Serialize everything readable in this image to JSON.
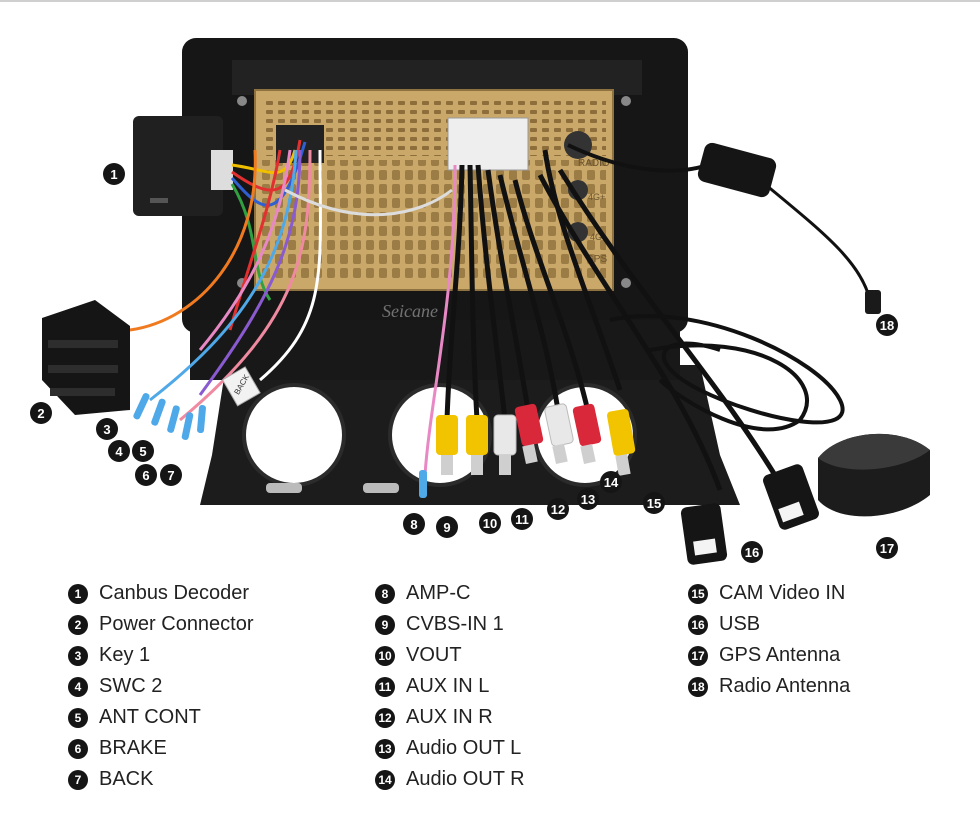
{
  "brand_watermark": "Seicane",
  "panel_labels": {
    "radio": "RADIO",
    "fourg_plus": "4G+",
    "fourg": "4G",
    "gps": "GPS",
    "back_tag": "BACK"
  },
  "legend": [
    {
      "num": "1",
      "label": "Canbus Decoder"
    },
    {
      "num": "2",
      "label": "Power Connector"
    },
    {
      "num": "3",
      "label": "Key 1"
    },
    {
      "num": "4",
      "label": "SWC 2"
    },
    {
      "num": "5",
      "label": "ANT CONT"
    },
    {
      "num": "6",
      "label": "BRAKE"
    },
    {
      "num": "7",
      "label": "BACK"
    },
    {
      "num": "8",
      "label": "AMP-C"
    },
    {
      "num": "9",
      "label": "CVBS-IN 1"
    },
    {
      "num": "10",
      "label": "VOUT"
    },
    {
      "num": "11",
      "label": "AUX IN L"
    },
    {
      "num": "12",
      "label": "AUX IN R"
    },
    {
      "num": "13",
      "label": "Audio OUT L"
    },
    {
      "num": "14",
      "label": "Audio OUT R"
    },
    {
      "num": "15",
      "label": "CAM Video IN"
    },
    {
      "num": "16",
      "label": "USB"
    },
    {
      "num": "17",
      "label": "GPS Antenna"
    },
    {
      "num": "18",
      "label": "Radio Antenna"
    }
  ],
  "colors": {
    "frame": "#161616",
    "chassis": "#c9a86a",
    "rca_yellow": "#f2c400",
    "rca_white": "#e8e8e8",
    "rca_red": "#d8283a",
    "cable": "#111111",
    "callout": "#151515"
  }
}
